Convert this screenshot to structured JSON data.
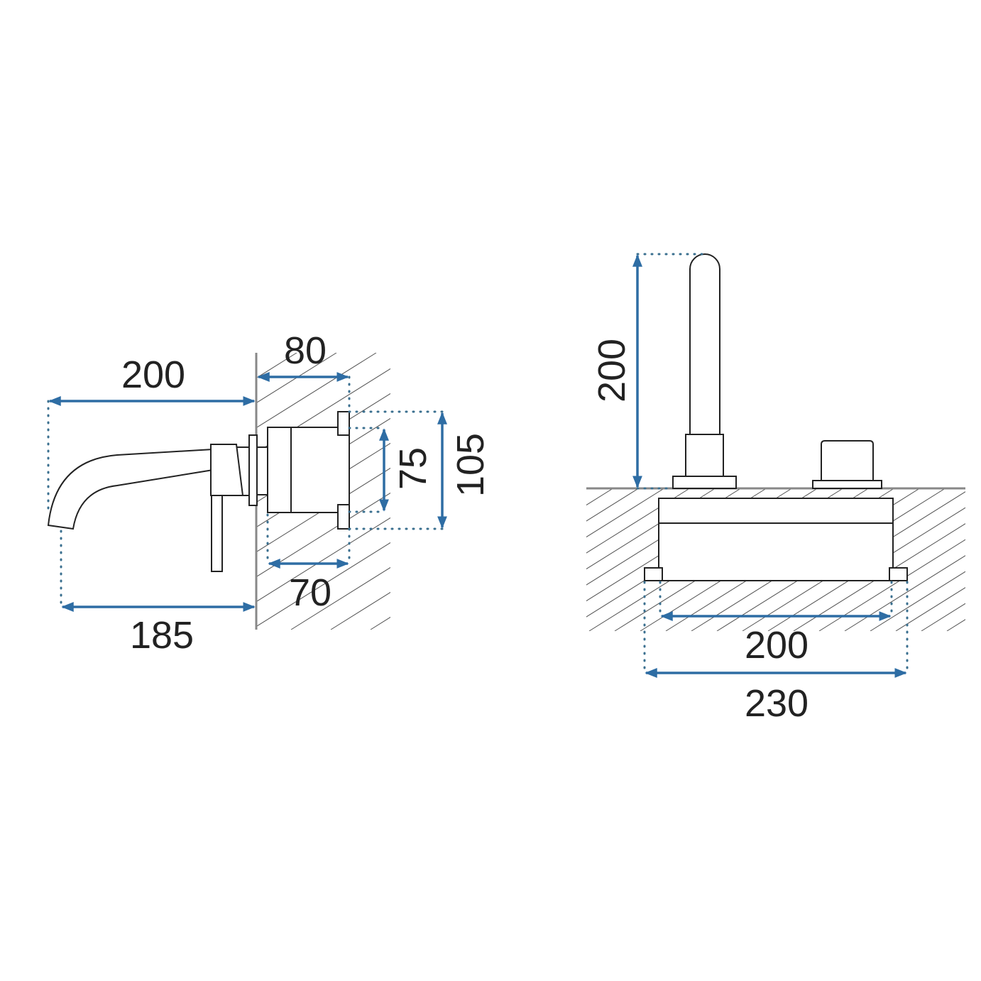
{
  "side_view": {
    "dim_spout_projection": "200",
    "dim_body_depth": "80",
    "dim_spout_tip": "185",
    "dim_body_inner_depth": "70",
    "dim_inner_height": "75",
    "dim_outer_height": "105"
  },
  "front_view": {
    "dim_spout_height": "200",
    "dim_inner_width": "200",
    "dim_outer_width": "230"
  },
  "colors": {
    "dimension": "#2e6da4",
    "outline": "#222222"
  }
}
